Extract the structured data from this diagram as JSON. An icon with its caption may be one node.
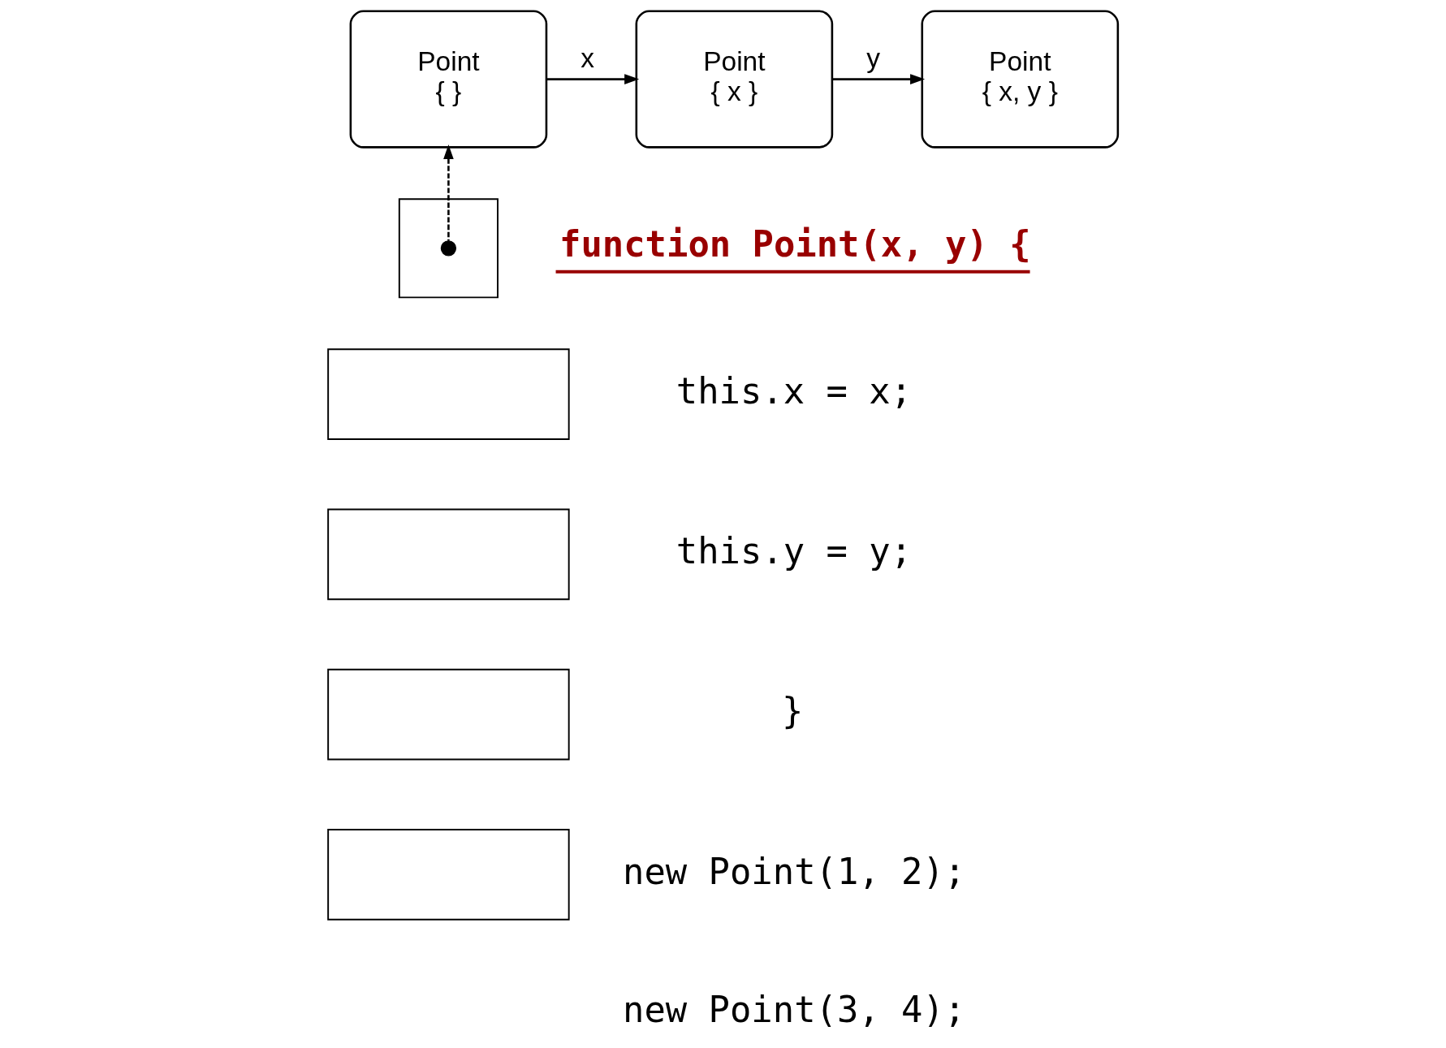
{
  "diagram": {
    "nodes": [
      {
        "text": [
          "Point",
          "{ }"
        ]
      },
      {
        "text": [
          "Point",
          "{ x }"
        ]
      },
      {
        "text": [
          "Point",
          "{ x, y }"
        ]
      },
      {
        "text": [],
        "shape": "box"
      },
      {
        "text": [],
        "shape": "circle",
        "in": 3
      },
      {
        "text": [],
        "shape": "box"
      },
      {
        "text": [],
        "shape": "box"
      },
      {
        "text": [],
        "shape": "box"
      },
      {
        "text": [],
        "shape": "box"
      }
    ],
    "edges": [
      {
        "from": 0,
        "to": 1,
        "label": "x",
        "arrow": "to"
      },
      {
        "from": 1,
        "to": 2,
        "label": "y",
        "arrow": "to"
      },
      {
        "from": 4,
        "to": 0,
        "arrow": "to",
        "style": "dashed"
      }
    ],
    "labels": [
      "function Point(x, y) {",
      "this.x = x;",
      "this.y = y;",
      "}",
      "new Point(1, 2);",
      "new Point(3, 4);"
    ]
  }
}
